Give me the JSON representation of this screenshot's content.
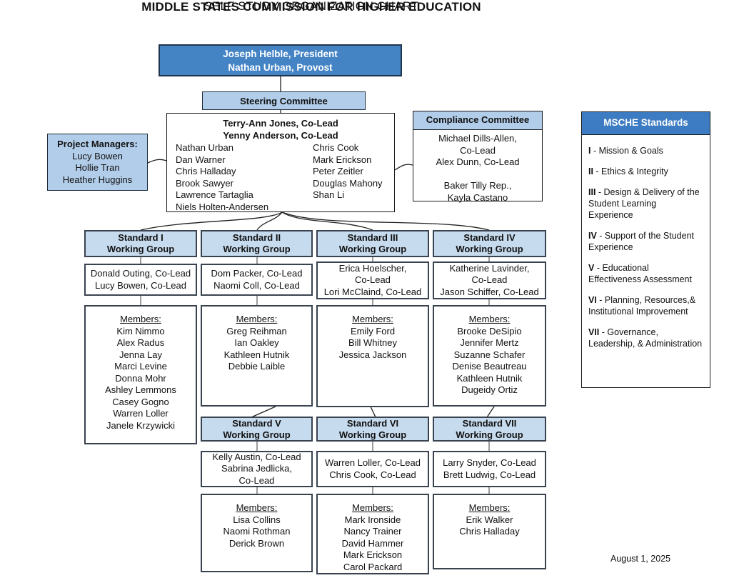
{
  "titles": {
    "line1": "MIDDLE STATES COMMISSION FOR HIGHER EDUCATION",
    "line2": "SELF STUDY ORGANIZATION CHART"
  },
  "president": {
    "lines": [
      "Joseph Helble, President",
      "Nathan Urban, Provost"
    ]
  },
  "steering": {
    "header": "Steering Committee",
    "coleads": [
      "Terry-Ann Jones, Co-Lead",
      "Yenny Anderson, Co-Lead"
    ],
    "left_column": [
      "Nathan Urban",
      "Dan Warner",
      "Chris Halladay",
      "Brook Sawyer",
      "Lawrence Tartaglia",
      "Niels Holten-Andersen"
    ],
    "right_column": [
      "Chris Cook",
      "Mark Erickson",
      "Peter Zeitler",
      "Douglas Mahony",
      "Shan Li"
    ]
  },
  "project_managers": {
    "header": "Project Managers:",
    "members": [
      "Lucy Bowen",
      "Hollie Tran",
      "Heather Huggins"
    ]
  },
  "compliance": {
    "header": "Compliance Committee",
    "lines": [
      "Michael Dills-Allen,",
      "Co-Lead",
      "Alex Dunn, Co-Lead",
      "",
      "Baker Tilly Rep.,",
      "Kayla Castano"
    ]
  },
  "msche": {
    "header": "MSCHE Standards",
    "items": [
      {
        "num": "I",
        "rest": " - Mission & Goals"
      },
      {
        "num": "II",
        "rest": " - Ethics & Integrity"
      },
      {
        "num": "III",
        "rest": " - Design & Delivery of the Student Learning Experience"
      },
      {
        "num": "IV",
        "rest": " - Support of the Student Experience"
      },
      {
        "num": "V",
        "rest": " - Educational Effectiveness Assessment"
      },
      {
        "num": "VI",
        "rest": " - Planning, Resources,& Institutional Improvement"
      },
      {
        "num": "VII",
        "rest": " - Governance, Leadership, & Administration"
      }
    ]
  },
  "working_groups": [
    {
      "name": "Standard I\nWorking Group",
      "coleads": [
        "Donald Outing, Co-Lead",
        "Lucy Bowen, Co-Lead"
      ],
      "members_label": "Members:",
      "members": [
        "Kim Nimmo",
        "Alex Radus",
        "Jenna Lay",
        "Marci Levine",
        "Donna Mohr",
        "Ashley Lemmons",
        "Casey Gogno",
        "Warren Loller",
        "Janele Krzywicki"
      ]
    },
    {
      "name": "Standard II\nWorking Group",
      "coleads": [
        "Dom Packer, Co-Lead",
        "Naomi Coll, Co-Lead"
      ],
      "members_label": "Members:",
      "members": [
        "Greg Reihman",
        "Ian Oakley",
        "Kathleen Hutnik",
        "Debbie Laible"
      ]
    },
    {
      "name": "Standard III\nWorking Group",
      "coleads": [
        "Erica Hoelscher,",
        "Co-Lead",
        "Lori McClaind, Co-Lead"
      ],
      "members_label": "Members:",
      "members": [
        "Emily Ford",
        "Bill Whitney",
        "Jessica Jackson"
      ]
    },
    {
      "name": "Standard IV\nWorking Group",
      "coleads": [
        "Katherine Lavinder,",
        "Co-Lead",
        "Jason Schiffer, Co-Lead"
      ],
      "members_label": "Members:",
      "members": [
        "Brooke DeSipio",
        "Jennifer Mertz",
        "Suzanne Schafer",
        "Denise Beautreau",
        "Kathleen Hutnik",
        "Dugeidy Ortiz"
      ]
    },
    {
      "name": "Standard V\nWorking Group",
      "coleads": [
        "Kelly Austin, Co-Lead",
        "Sabrina Jedlicka,",
        "Co-Lead"
      ],
      "members_label": "Members:",
      "members": [
        "Lisa Collins",
        "Naomi Rothman",
        "Derick Brown"
      ]
    },
    {
      "name": "Standard VI\nWorking Group",
      "coleads": [
        "Warren Loller, Co-Lead",
        "Chris Cook, Co-Lead"
      ],
      "members_label": "Members:",
      "members": [
        "Mark Ironside",
        "Nancy Trainer",
        "David Hammer",
        "Mark Erickson",
        "Carol Packard"
      ]
    },
    {
      "name": "Standard VII\nWorking Group",
      "coleads": [
        "Larry Snyder, Co-Lead",
        "Brett Ludwig, Co-Lead"
      ],
      "members_label": "Members:",
      "members": [
        "Erik Walker",
        "Chris Halladay"
      ]
    }
  ],
  "footer": {
    "date": "August 1, 2025"
  },
  "colors": {
    "primary_blue": "#4484c5",
    "light_blue": "#b2cde9",
    "wg_header_blue": "#c7dbee",
    "msche_header_blue": "#3d7cc2"
  }
}
